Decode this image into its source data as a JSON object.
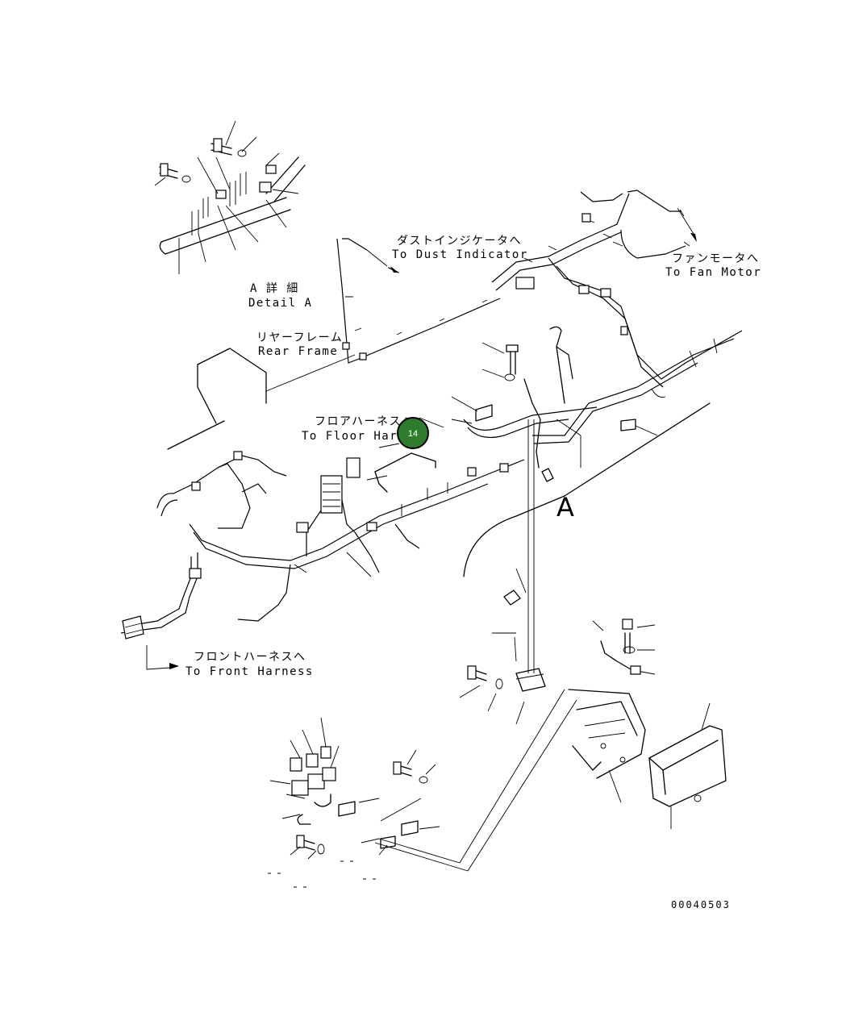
{
  "labels": {
    "dust_jp": "ダストインジケータへ",
    "dust_en": "To Dust Indicator",
    "fan_jp": "ファンモータへ",
    "fan_en": "To Fan Motor",
    "detail_jp": "A 詳 細",
    "detail_en": "Detail A",
    "rear_jp": "リヤーフレーム",
    "rear_en": "Rear Frame",
    "floor_jp": "フロアハーネスへ",
    "floor_en": "To Floor Harness",
    "front_jp": "フロントハーネスへ",
    "front_en": "To Front Harness",
    "view_a": "A",
    "drawing_no": "00040503"
  },
  "callout": {
    "number": "14",
    "color": "#2e7d2e"
  }
}
